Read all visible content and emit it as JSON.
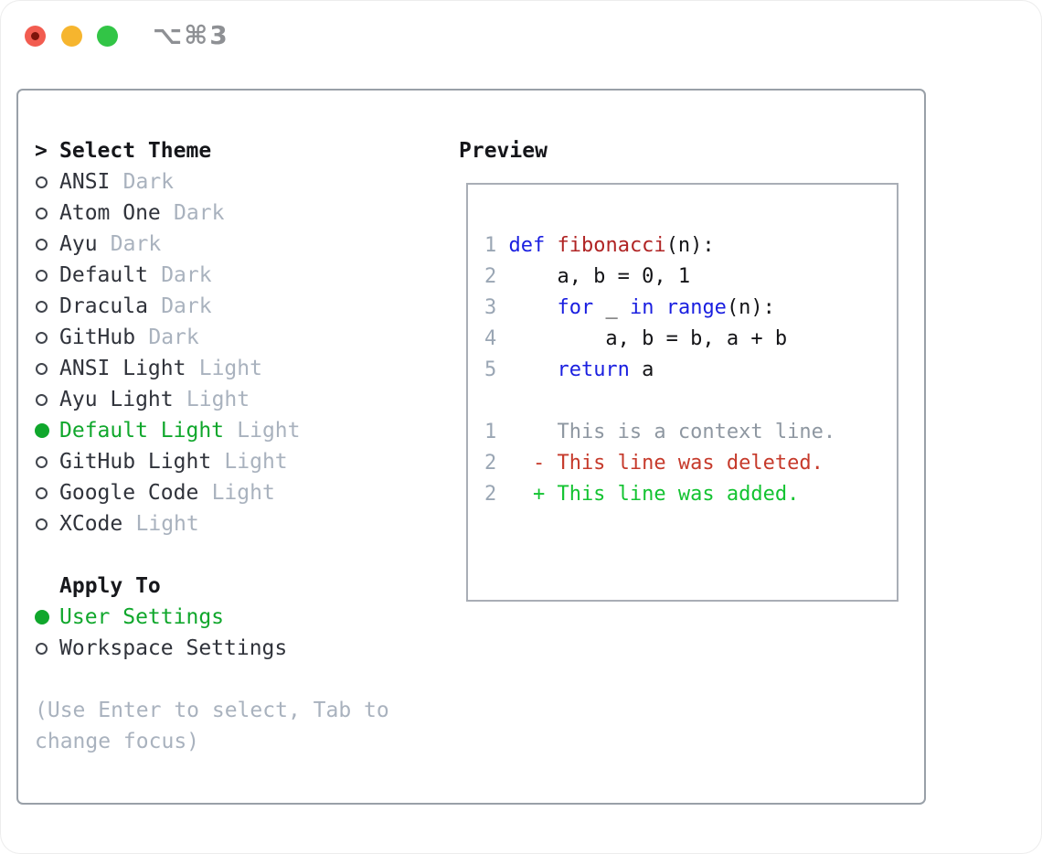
{
  "titlebar": {
    "shortcut": "⌥⌘3"
  },
  "palette": {
    "accent_green": "#10a72c",
    "keyword_blue": "#1a1fe0",
    "function_red": "#b02424",
    "deleted_red": "#c63a2b",
    "added_green": "#13c331",
    "plain_code": "#141417",
    "line_number_gray": "#9aa6b4",
    "context_gray": "#8e97a1",
    "muted_gray": "#a9b2be"
  },
  "theme_list": {
    "header_marker": ">",
    "header": "Select Theme",
    "items": [
      {
        "name": "ANSI",
        "badge": "Dark",
        "selected": false
      },
      {
        "name": "Atom One",
        "badge": "Dark",
        "selected": false
      },
      {
        "name": "Ayu",
        "badge": "Dark",
        "selected": false
      },
      {
        "name": "Default",
        "badge": "Dark",
        "selected": false
      },
      {
        "name": "Dracula",
        "badge": "Dark",
        "selected": false
      },
      {
        "name": "GitHub",
        "badge": "Dark",
        "selected": false
      },
      {
        "name": "ANSI Light",
        "badge": "Light",
        "selected": false
      },
      {
        "name": "Ayu Light",
        "badge": "Light",
        "selected": false
      },
      {
        "name": "Default Light",
        "badge": "Light",
        "selected": true
      },
      {
        "name": "GitHub Light",
        "badge": "Light",
        "selected": false
      },
      {
        "name": "Google Code",
        "badge": "Light",
        "selected": false
      },
      {
        "name": "XCode",
        "badge": "Light",
        "selected": false
      }
    ]
  },
  "apply_to": {
    "header": "Apply To",
    "items": [
      {
        "label": "User Settings",
        "selected": true
      },
      {
        "label": "Workspace Settings",
        "selected": false
      }
    ]
  },
  "hint": "(Use Enter to select, Tab to change focus)",
  "preview": {
    "title": "Preview",
    "code": [
      {
        "num": "1",
        "segs": [
          {
            "t": "def",
            "c": "keyword_blue"
          },
          {
            "t": " "
          },
          {
            "t": "fibonacci",
            "c": "function_red"
          },
          {
            "t": "(n):"
          }
        ]
      },
      {
        "num": "2",
        "segs": [
          {
            "t": "    a, b = 0, 1"
          }
        ]
      },
      {
        "num": "3",
        "segs": [
          {
            "t": "    "
          },
          {
            "t": "for",
            "c": "keyword_blue"
          },
          {
            "t": " _ "
          },
          {
            "t": "in",
            "c": "keyword_blue"
          },
          {
            "t": " "
          },
          {
            "t": "range",
            "c": "keyword_blue"
          },
          {
            "t": "(n):"
          }
        ]
      },
      {
        "num": "4",
        "segs": [
          {
            "t": "        a, b = b, a + b"
          }
        ]
      },
      {
        "num": "5",
        "segs": [
          {
            "t": "    "
          },
          {
            "t": "return",
            "c": "keyword_blue"
          },
          {
            "t": " a"
          }
        ]
      }
    ],
    "diff": [
      {
        "num": "1",
        "text": "    This is a context line.",
        "c": "context_gray"
      },
      {
        "num": "2",
        "text": "  - This line was deleted.",
        "c": "deleted_red"
      },
      {
        "num": "2",
        "text": "  + This line was added.",
        "c": "added_green"
      }
    ]
  }
}
